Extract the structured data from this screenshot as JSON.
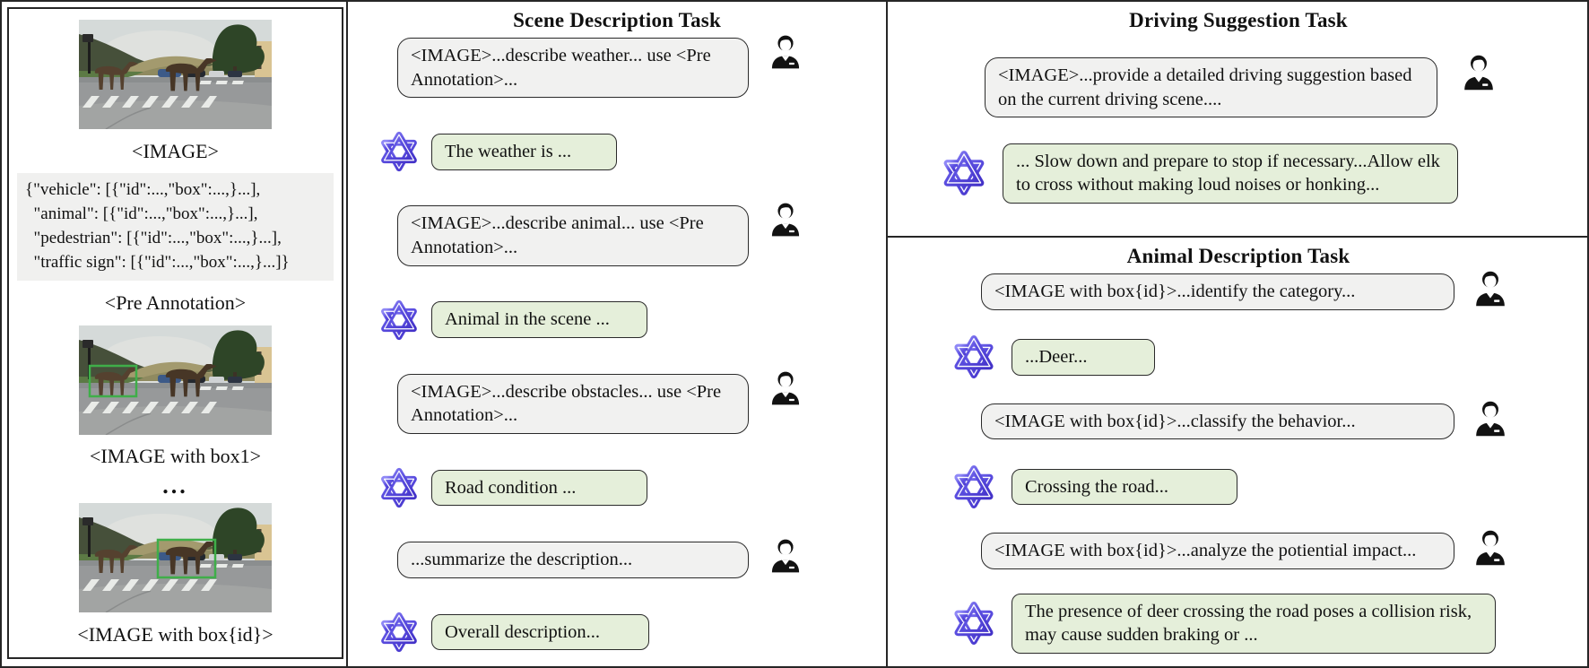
{
  "left_panel": {
    "image_label": "<IMAGE>",
    "pre_annotation_text": "{\"vehicle\": [{\"id\":...,\"box\":...,}...],\n  \"animal\": [{\"id\":...,\"box\":...,}...],\n  \"pedestrian\": [{\"id\":...,\"box\":...,}...],\n  \"traffic sign\": [{\"id\":...,\"box\":...,}...]}",
    "pre_annotation_label": "<Pre Annotation>",
    "image_box1_label": "<IMAGE with box1>",
    "ellipsis": "...",
    "image_boxid_label": "<IMAGE with box{id}>"
  },
  "scene_task": {
    "title": "Scene Description Task",
    "messages": [
      {
        "role": "user",
        "text": "<IMAGE>...describe weather... use <Pre Annotation>..."
      },
      {
        "role": "ai",
        "text": "The weather is ..."
      },
      {
        "role": "user",
        "text": "<IMAGE>...describe animal... use <Pre Annotation>..."
      },
      {
        "role": "ai",
        "text": "Animal in the scene ..."
      },
      {
        "role": "user",
        "text": "<IMAGE>...describe obstacles... use <Pre Annotation>..."
      },
      {
        "role": "ai",
        "text": "Road condition ..."
      },
      {
        "role": "user",
        "text": "...summarize the description..."
      },
      {
        "role": "ai",
        "text": "Overall description..."
      }
    ]
  },
  "driving_task": {
    "title": "Driving Suggestion Task",
    "messages": [
      {
        "role": "user",
        "text": "<IMAGE>...provide a detailed driving suggestion based on the current driving scene...."
      },
      {
        "role": "ai",
        "text": "... Slow down and prepare to stop if necessary...Allow elk to cross without making loud noises or honking..."
      }
    ]
  },
  "animal_task": {
    "title": "Animal Description Task",
    "messages": [
      {
        "role": "user",
        "text": "<IMAGE with box{id}>...identify the category..."
      },
      {
        "role": "ai",
        "text": "...Deer..."
      },
      {
        "role": "user",
        "text": "<IMAGE with box{id}>...classify the behavior..."
      },
      {
        "role": "ai",
        "text": "Crossing the road..."
      },
      {
        "role": "user",
        "text": "<IMAGE with box{id}>...analyze the potiential impact..."
      },
      {
        "role": "ai",
        "text": "The presence of deer crossing the road poses a collision risk, may cause sudden braking or ..."
      }
    ]
  },
  "icons": {
    "ai_icon": "ai-model-logo-icon",
    "user_icon": "user-avatar-icon"
  },
  "colors": {
    "ai_accent": "#5b4ee0",
    "user_bubble_bg": "#f1f1f0",
    "assistant_bubble_bg": "#e5efda",
    "bounding_box_green": "#3fae49",
    "frame_border": "#262626"
  }
}
